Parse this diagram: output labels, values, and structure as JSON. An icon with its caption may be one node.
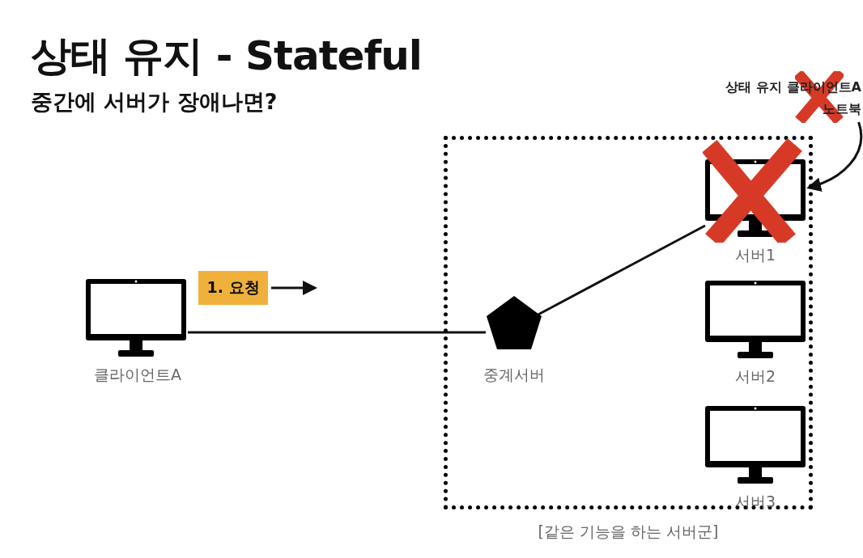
{
  "diagram": {
    "title": "상태 유지 - Stateful",
    "nodes": [
      {
        "text": [
          "클라이언트A"
        ]
      },
      {
        "text": [
          "1. 요청"
        ]
      },
      {
        "text": [
          "[같은 기능을 하는 서버군]"
        ]
      },
      {
        "text": [
          "중계서버"
        ],
        "in": 2
      },
      {
        "text": [
          "서버1"
        ],
        "in": 2
      },
      {
        "text": [
          "서버2"
        ],
        "in": 2
      },
      {
        "text": [
          "서버3"
        ],
        "in": 2
      },
      {
        "text": [
          "상태 유지 클라이언트A 노트북"
        ]
      }
    ],
    "edges": [
      {
        "from": 0,
        "to": 3,
        "arrow": "none"
      },
      {
        "from": 3,
        "to": 4,
        "arrow": "none"
      },
      {
        "from": 7,
        "to": 4,
        "arrow": "to"
      },
      {
        "from": 1,
        "to": null,
        "arrow": "to"
      }
    ],
    "labels": [
      "중간에 서버가 장애나면?"
    ]
  }
}
